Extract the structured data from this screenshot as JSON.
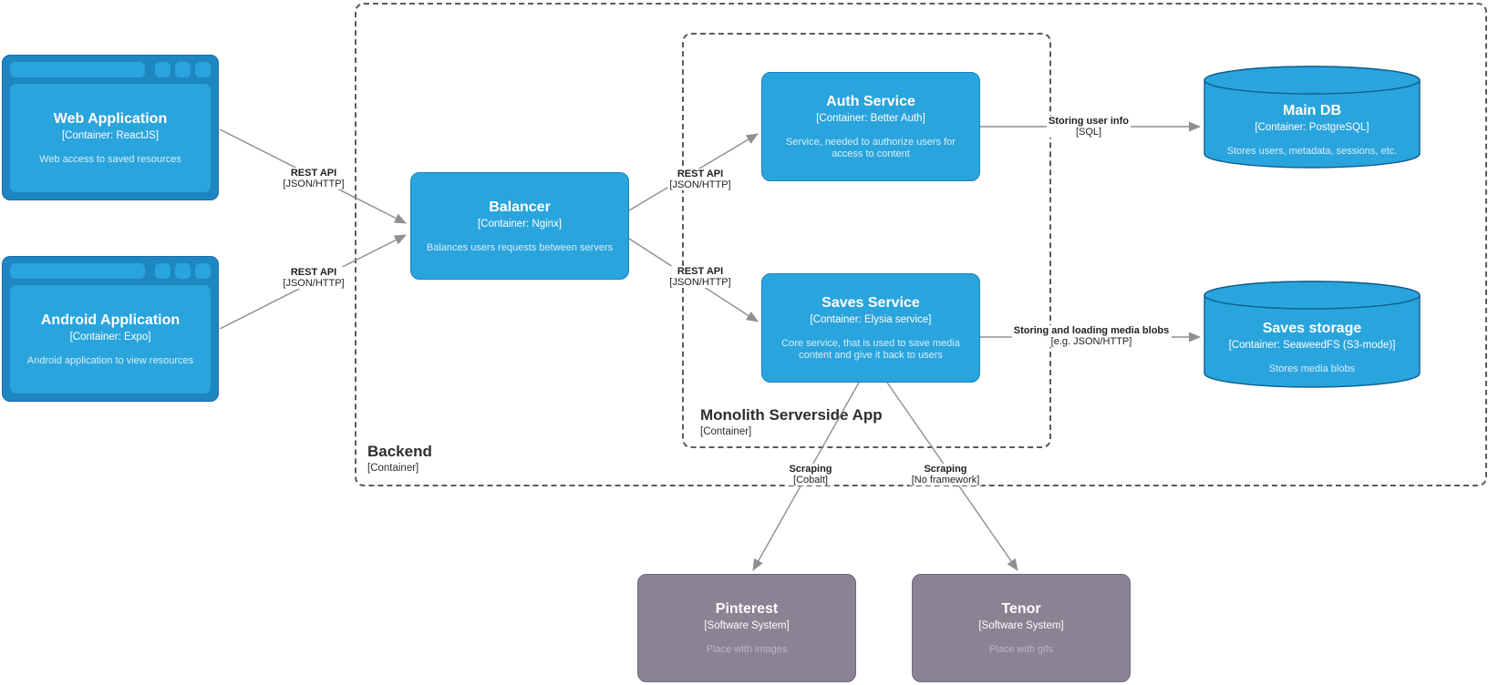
{
  "diagram": {
    "boundaries": {
      "backend": {
        "title": "Backend",
        "subtitle": "[Container]"
      },
      "monolith": {
        "title": "Monolith Serverside App",
        "subtitle": "[Container]"
      }
    },
    "nodes": {
      "web_app": {
        "title": "Web Application",
        "subtitle": "[Container: ReactJS]",
        "description": "Web access to saved resources"
      },
      "android_app": {
        "title": "Android Application",
        "subtitle": "[Container: Expo]",
        "description": "Android application to view resources"
      },
      "balancer": {
        "title": "Balancer",
        "subtitle": "[Container: Nginx]",
        "description": "Balances users requests between servers"
      },
      "auth_service": {
        "title": "Auth Service",
        "subtitle": "[Container: Better Auth]",
        "description": "Service, needed to authorize users for access to content"
      },
      "saves_service": {
        "title": "Saves Service",
        "subtitle": "[Container: Elysia service]",
        "description": "Core service, that is used to save media content and give it back to users"
      },
      "main_db": {
        "title": "Main DB",
        "subtitle": "[Container: PostgreSQL]",
        "description": "Stores users, metadata, sessions, etc."
      },
      "saves_storage": {
        "title": "Saves storage",
        "subtitle": "[Container: SeaweedFS (S3-mode)]",
        "description": "Stores media blobs"
      },
      "pinterest": {
        "title": "Pinterest",
        "subtitle": "[Software System]",
        "description": "Place with images"
      },
      "tenor": {
        "title": "Tenor",
        "subtitle": "[Software System]",
        "description": "Place with gifs"
      }
    },
    "edges": {
      "web_to_balancer": {
        "label": "REST API",
        "tech": "[JSON/HTTP]"
      },
      "android_to_balancer": {
        "label": "REST API",
        "tech": "[JSON/HTTP]"
      },
      "balancer_to_auth": {
        "label": "REST API",
        "tech": "[JSON/HTTP]"
      },
      "balancer_to_saves": {
        "label": "REST API",
        "tech": "[JSON/HTTP]"
      },
      "auth_to_maindb": {
        "label": "Storing user info",
        "tech": "[SQL]"
      },
      "saves_to_storage": {
        "label": "Storing and loading media blobs",
        "tech": "[e.g. JSON/HTTP]"
      },
      "saves_to_pinterest": {
        "label": "Scraping",
        "tech": "[Cobalt]"
      },
      "saves_to_tenor": {
        "label": "Scraping",
        "tech": "[No framework]"
      }
    },
    "colors": {
      "container_fill": "#2aa4dd",
      "container_border": "#1b82bb",
      "browser_frame": "#1d86c3",
      "cylinder_stroke": "#0f5f8c",
      "external_fill": "#8a8394",
      "external_border": "#6e6880",
      "edge_line": "#8f8f8f",
      "boundary_border": "#5b5b5b",
      "label_text": "#222222"
    }
  }
}
